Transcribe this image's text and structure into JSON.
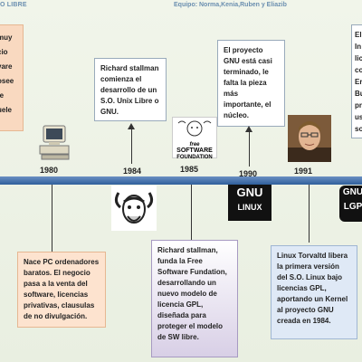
{
  "header": {
    "title": "O LIBRE",
    "team": "Equipo: Norma,Kenia,Ruben y Eliazib"
  },
  "timeline": {
    "years": [
      "1980",
      "1984",
      "1985",
      "1990",
      "1991"
    ]
  },
  "events": {
    "top_left_fragment": [
      "muy",
      "cio",
      "vare",
      "osee",
      "te",
      "uele"
    ],
    "e1984": "Richard stallman comienza el desarrollo de un S.O. Unix Libre o GNU.",
    "e1990": "El proyecto GNU está casi terminado, le falta la pieza más importante, el núcleo.",
    "top_right_fragment": [
      "El",
      "In",
      "lic",
      "co",
      "Er",
      "Bu",
      "pr",
      "us",
      "so"
    ],
    "e1980": "Nace PC ordenadores baratos. El negocio pasa a la venta del software, licencias privativas, clausulas de no divulgación.",
    "e1985": "Richard stallman, funda la Free Software Fundation, desarrollando un nuevo modelo de licencia GPL, diseñada para proteger el modelo de SW libre.",
    "e1991": "Linux Torvaltd libera la primera versión del S.O. Linux bajo licencias GPL, aportando un Kernel al proyecto GNU creada en 1984."
  },
  "logos": {
    "fsf_line1": "free",
    "fsf_line2": "SOFTWARE",
    "fsf_line3": "FOUNDATION",
    "gnu_linux_top": "GNU",
    "gnu_linux_bottom": "LINUX",
    "gnu_lgpl_top": "GNU",
    "gnu_lgpl_bottom": "LGP"
  }
}
